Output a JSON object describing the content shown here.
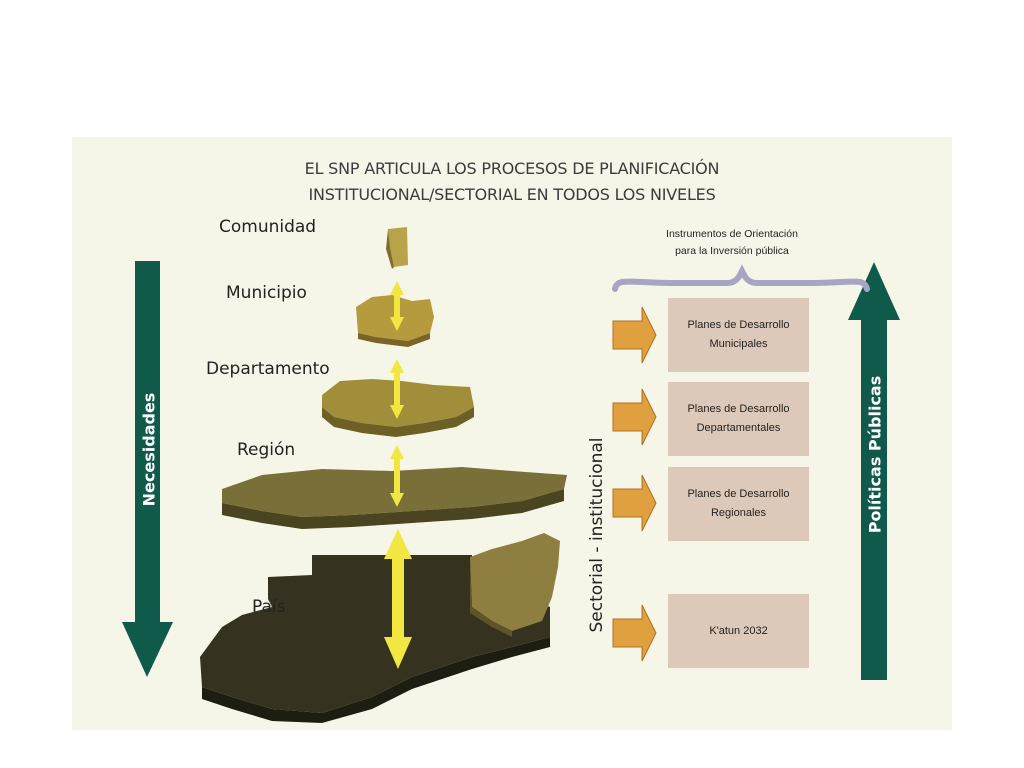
{
  "title": {
    "line1": "EL SNP ARTICULA LOS PROCESOS DE PLANIFICACIÓN",
    "line2": "INSTITUCIONAL/SECTORIAL EN TODOS LOS NIVELES"
  },
  "levels": {
    "comunidad": "Comunidad",
    "municipio": "Municipio",
    "departamento": "Departamento",
    "region": "Región",
    "pais": "País"
  },
  "left_arrow_label": "Necesidades",
  "right_arrow_label": "Políticas Públicas",
  "sectorial_label": "Sectorial - institucional",
  "instruments": {
    "line1": "Instrumentos de Orientación",
    "line2": "para la Inversión pública"
  },
  "plans": [
    {
      "line1": "Planes de Desarrollo",
      "line2": "Municipales"
    },
    {
      "line1": "Planes de Desarrollo",
      "line2": "Departamentales"
    },
    {
      "line1": "Planes de Desarrollo",
      "line2": "Regionales"
    },
    {
      "line1": "K'atun 2032",
      "line2": ""
    }
  ],
  "colors": {
    "panel": "#f6f6e8",
    "green_arrow": "#0f5a4a",
    "orange_arrow": "#e0a040",
    "plan_box": "#ddc9ba",
    "yellow_arrow": "#f2e640",
    "brace": "#a8a4c4"
  }
}
